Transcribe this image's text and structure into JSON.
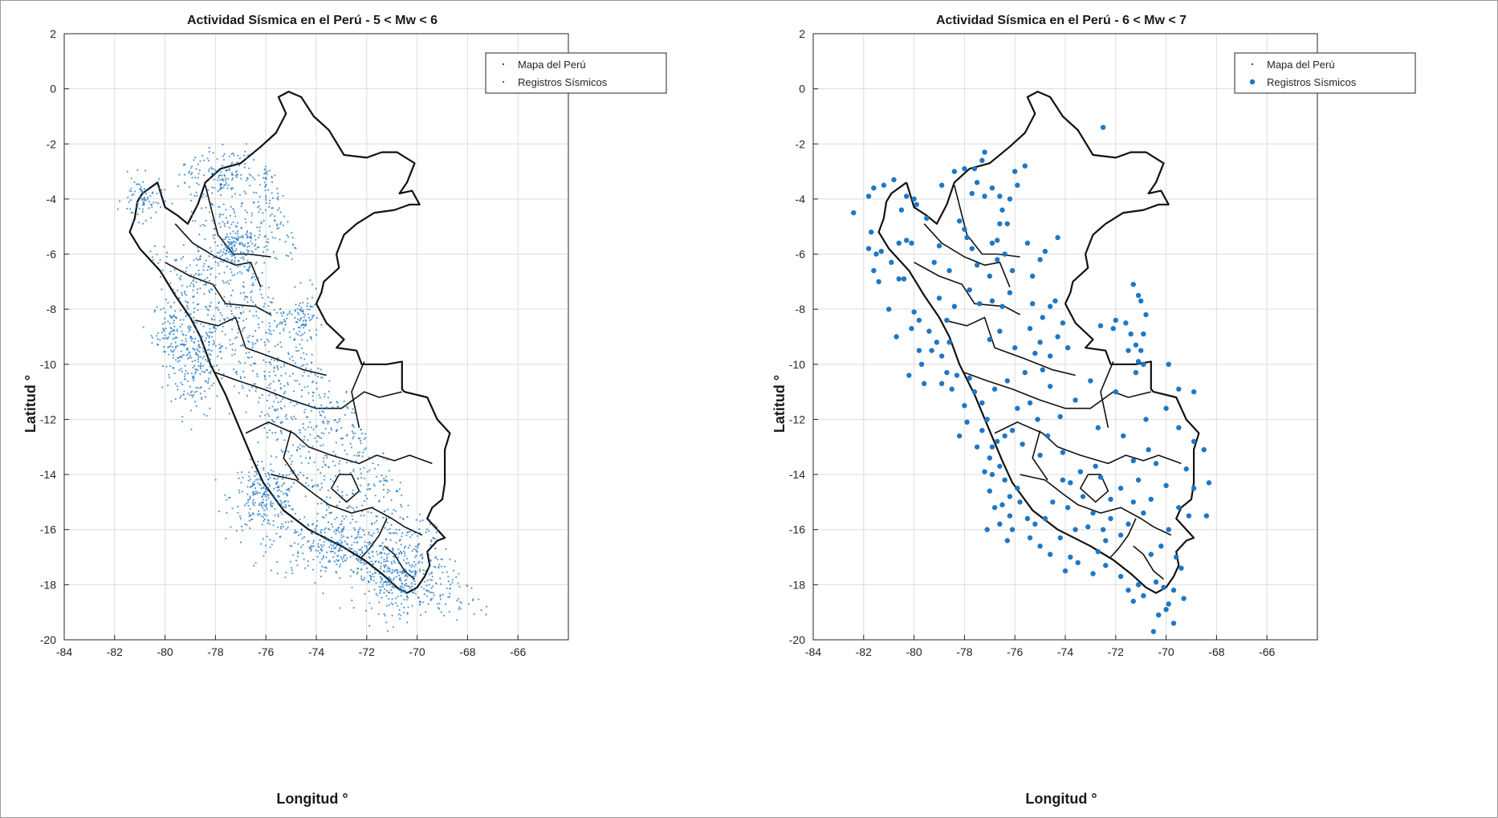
{
  "colors": {
    "points": "#1f77c4",
    "map": "#111111",
    "grid": "#dcdcdc",
    "axis": "#262626"
  },
  "chart_data": [
    {
      "type": "scatter",
      "title": "Actividad Sísmica en el Perú - 5 < Mw < 6",
      "xlabel": "Longitud °",
      "ylabel": "Latitud °",
      "xlim": [
        -84,
        -64
      ],
      "ylim": [
        -20,
        2
      ],
      "xticks": [
        -84,
        -82,
        -80,
        -78,
        -76,
        -74,
        -72,
        -70,
        -68,
        -66
      ],
      "yticks": [
        2,
        0,
        -2,
        -4,
        -6,
        -8,
        -10,
        -12,
        -14,
        -16,
        -18,
        -20
      ],
      "grid": true,
      "legend_position": "top-right",
      "legend": [
        "Mapa del Perú",
        "Registros Sísmicos"
      ],
      "marker": "small-dot",
      "approx_event_count": 2900,
      "density_clusters": [
        {
          "lon": -78.8,
          "lat": -10.0,
          "sd_lon": 0.5,
          "sd_lat": 0.9,
          "share": 0.07
        },
        {
          "lon": -79.7,
          "lat": -8.8,
          "sd_lon": 0.4,
          "sd_lat": 0.6,
          "share": 0.04
        },
        {
          "lon": -76.0,
          "lat": -14.8,
          "sd_lon": 0.7,
          "sd_lat": 0.6,
          "share": 0.09
        },
        {
          "lon": -73.5,
          "lat": -16.6,
          "sd_lon": 1.2,
          "sd_lat": 0.6,
          "share": 0.1
        },
        {
          "lon": -70.8,
          "lat": -17.8,
          "sd_lon": 0.8,
          "sd_lat": 0.6,
          "share": 0.08
        },
        {
          "lon": -77.2,
          "lat": -5.8,
          "sd_lon": 0.4,
          "sd_lat": 0.4,
          "share": 0.04
        },
        {
          "lon": -74.5,
          "lat": -8.4,
          "sd_lon": 0.3,
          "sd_lat": 0.5,
          "share": 0.03
        },
        {
          "lon": -80.9,
          "lat": -4.0,
          "sd_lon": 0.4,
          "sd_lat": 0.4,
          "share": 0.03
        },
        {
          "lon": -77.6,
          "lat": -3.0,
          "sd_lon": 0.4,
          "sd_lat": 0.4,
          "share": 0.02
        }
      ]
    },
    {
      "type": "scatter",
      "title": "Actividad Sísmica en el Perú - 6 < Mw < 7",
      "xlabel": "Longitud °",
      "ylabel": "Latitud °",
      "xlim": [
        -84,
        -64
      ],
      "ylim": [
        -20,
        2
      ],
      "xticks": [
        -84,
        -82,
        -80,
        -78,
        -76,
        -74,
        -72,
        -70,
        -68,
        -66
      ],
      "yticks": [
        2,
        0,
        -2,
        -4,
        -6,
        -8,
        -10,
        -12,
        -14,
        -16,
        -18,
        -20
      ],
      "grid": true,
      "legend_position": "top-right",
      "legend": [
        "Mapa del Perú",
        "Registros Sísmicos"
      ],
      "marker": "dot",
      "points": [
        [
          -82.4,
          -4.5
        ],
        [
          -81.8,
          -3.9
        ],
        [
          -81.6,
          -3.6
        ],
        [
          -81.2,
          -3.5
        ],
        [
          -80.8,
          -3.3
        ],
        [
          -81.7,
          -5.2
        ],
        [
          -81.8,
          -5.8
        ],
        [
          -81.5,
          -6.0
        ],
        [
          -81.3,
          -5.9
        ],
        [
          -81.6,
          -6.6
        ],
        [
          -81.4,
          -7.0
        ],
        [
          -80.9,
          -6.3
        ],
        [
          -80.6,
          -6.9
        ],
        [
          -80.4,
          -6.9
        ],
        [
          -80.6,
          -5.6
        ],
        [
          -80.3,
          -5.5
        ],
        [
          -80.1,
          -5.6
        ],
        [
          -80.5,
          -4.4
        ],
        [
          -80.3,
          -3.9
        ],
        [
          -80.0,
          -4.0
        ],
        [
          -79.9,
          -4.2
        ],
        [
          -80.0,
          -8.1
        ],
        [
          -79.8,
          -8.4
        ],
        [
          -80.1,
          -8.7
        ],
        [
          -79.7,
          -10.0
        ],
        [
          -79.6,
          -10.7
        ],
        [
          -79.3,
          -9.5
        ],
        [
          -79.1,
          -9.2
        ],
        [
          -78.9,
          -9.7
        ],
        [
          -78.7,
          -10.3
        ],
        [
          -78.6,
          -9.2
        ],
        [
          -78.9,
          -10.7
        ],
        [
          -78.5,
          -10.9
        ],
        [
          -78.3,
          -10.4
        ],
        [
          -78.9,
          -3.5
        ],
        [
          -78.4,
          -3.0
        ],
        [
          -78.0,
          -2.9
        ],
        [
          -77.6,
          -2.9
        ],
        [
          -77.3,
          -2.6
        ],
        [
          -77.2,
          -2.3
        ],
        [
          -77.5,
          -3.4
        ],
        [
          -77.7,
          -3.8
        ],
        [
          -77.2,
          -3.9
        ],
        [
          -76.9,
          -3.6
        ],
        [
          -76.6,
          -3.9
        ],
        [
          -76.5,
          -4.4
        ],
        [
          -76.2,
          -4.0
        ],
        [
          -76.0,
          -3.0
        ],
        [
          -75.9,
          -3.5
        ],
        [
          -75.6,
          -2.8
        ],
        [
          -76.6,
          -4.9
        ],
        [
          -76.3,
          -4.9
        ],
        [
          -76.7,
          -5.5
        ],
        [
          -76.9,
          -5.6
        ],
        [
          -76.7,
          -6.2
        ],
        [
          -76.4,
          -6.0
        ],
        [
          -76.1,
          -6.6
        ],
        [
          -75.5,
          -5.6
        ],
        [
          -75.0,
          -6.2
        ],
        [
          -77.9,
          -5.4
        ],
        [
          -77.7,
          -5.8
        ],
        [
          -77.5,
          -6.4
        ],
        [
          -78.2,
          -4.8
        ],
        [
          -78.0,
          -5.1
        ],
        [
          -77.8,
          -7.3
        ],
        [
          -77.4,
          -7.8
        ],
        [
          -76.9,
          -7.7
        ],
        [
          -76.5,
          -7.9
        ],
        [
          -76.2,
          -7.4
        ],
        [
          -76.6,
          -8.8
        ],
        [
          -77.0,
          -9.1
        ],
        [
          -75.4,
          -8.7
        ],
        [
          -75.0,
          -9.2
        ],
        [
          -74.9,
          -8.3
        ],
        [
          -74.6,
          -7.9
        ],
        [
          -74.4,
          -7.7
        ],
        [
          -74.1,
          -8.5
        ],
        [
          -74.3,
          -9.0
        ],
        [
          -75.3,
          -7.8
        ],
        [
          -72.5,
          -1.4
        ],
        [
          -71.3,
          -7.1
        ],
        [
          -71.1,
          -7.5
        ],
        [
          -71.0,
          -7.7
        ],
        [
          -70.8,
          -8.2
        ],
        [
          -72.0,
          -8.4
        ],
        [
          -72.1,
          -8.7
        ],
        [
          -71.6,
          -8.5
        ],
        [
          -71.4,
          -8.9
        ],
        [
          -70.9,
          -8.9
        ],
        [
          -71.5,
          -9.5
        ],
        [
          -71.2,
          -9.3
        ],
        [
          -71.0,
          -9.5
        ],
        [
          -71.1,
          -9.9
        ],
        [
          -71.2,
          -10.3
        ],
        [
          -70.9,
          -10.0
        ],
        [
          -72.6,
          -8.6
        ],
        [
          -69.9,
          -10.0
        ],
        [
          -69.5,
          -10.9
        ],
        [
          -68.9,
          -11.0
        ],
        [
          -70.0,
          -11.6
        ],
        [
          -69.5,
          -12.3
        ],
        [
          -68.9,
          -12.8
        ],
        [
          -68.5,
          -13.1
        ],
        [
          -69.2,
          -13.8
        ],
        [
          -68.9,
          -14.5
        ],
        [
          -68.3,
          -14.3
        ],
        [
          -68.4,
          -15.5
        ],
        [
          -69.1,
          -15.5
        ],
        [
          -69.5,
          -15.2
        ],
        [
          -70.0,
          -14.4
        ],
        [
          -70.4,
          -13.6
        ],
        [
          -70.7,
          -13.1
        ],
        [
          -70.6,
          -14.9
        ],
        [
          -70.9,
          -15.4
        ],
        [
          -71.3,
          -15.0
        ],
        [
          -71.1,
          -14.2
        ],
        [
          -71.8,
          -14.5
        ],
        [
          -71.5,
          -15.8
        ],
        [
          -71.8,
          -16.2
        ],
        [
          -72.2,
          -15.6
        ],
        [
          -72.5,
          -16.0
        ],
        [
          -72.4,
          -16.4
        ],
        [
          -72.7,
          -16.8
        ],
        [
          -72.9,
          -15.4
        ],
        [
          -73.3,
          -14.8
        ],
        [
          -73.1,
          -15.9
        ],
        [
          -73.6,
          -16.0
        ],
        [
          -73.9,
          -15.2
        ],
        [
          -74.1,
          -14.2
        ],
        [
          -74.5,
          -15.0
        ],
        [
          -74.8,
          -15.6
        ],
        [
          -75.0,
          -13.3
        ],
        [
          -74.7,
          -12.6
        ],
        [
          -75.1,
          -12.0
        ],
        [
          -75.4,
          -11.4
        ],
        [
          -75.9,
          -11.6
        ],
        [
          -76.1,
          -12.4
        ],
        [
          -75.7,
          -12.9
        ],
        [
          -76.4,
          -12.6
        ],
        [
          -76.7,
          -12.8
        ],
        [
          -76.9,
          -13.0
        ],
        [
          -77.1,
          -12.0
        ],
        [
          -77.3,
          -12.4
        ],
        [
          -76.6,
          -13.7
        ],
        [
          -76.9,
          -14.0
        ],
        [
          -76.4,
          -14.2
        ],
        [
          -76.2,
          -14.8
        ],
        [
          -75.9,
          -14.5
        ],
        [
          -76.5,
          -15.1
        ],
        [
          -76.2,
          -15.5
        ],
        [
          -75.8,
          -15.0
        ],
        [
          -75.5,
          -15.6
        ],
        [
          -75.2,
          -15.8
        ],
        [
          -76.1,
          -16.0
        ],
        [
          -75.4,
          -16.3
        ],
        [
          -75.0,
          -16.6
        ],
        [
          -74.6,
          -16.9
        ],
        [
          -74.2,
          -16.3
        ],
        [
          -73.8,
          -17.0
        ],
        [
          -74.0,
          -17.5
        ],
        [
          -73.5,
          -17.2
        ],
        [
          -72.9,
          -17.6
        ],
        [
          -72.4,
          -17.3
        ],
        [
          -71.8,
          -17.7
        ],
        [
          -71.5,
          -18.2
        ],
        [
          -71.1,
          -18.0
        ],
        [
          -71.3,
          -18.6
        ],
        [
          -70.9,
          -18.4
        ],
        [
          -70.4,
          -17.9
        ],
        [
          -70.1,
          -18.1
        ],
        [
          -69.7,
          -18.2
        ],
        [
          -69.4,
          -17.4
        ],
        [
          -69.6,
          -17.0
        ],
        [
          -70.2,
          -16.6
        ],
        [
          -70.6,
          -16.9
        ],
        [
          -69.9,
          -16.0
        ],
        [
          -69.3,
          -18.5
        ],
        [
          -69.9,
          -18.7
        ],
        [
          -70.3,
          -19.1
        ],
        [
          -70.5,
          -19.7
        ],
        [
          -69.7,
          -19.4
        ],
        [
          -70.0,
          -18.9
        ],
        [
          -74.1,
          -13.2
        ],
        [
          -73.8,
          -14.3
        ],
        [
          -72.8,
          -13.7
        ],
        [
          -72.2,
          -14.9
        ],
        [
          -72.6,
          -14.1
        ],
        [
          -73.4,
          -13.9
        ],
        [
          -74.2,
          -11.9
        ],
        [
          -74.6,
          -10.8
        ],
        [
          -74.9,
          -10.2
        ],
        [
          -75.6,
          -10.3
        ],
        [
          -75.2,
          -9.6
        ],
        [
          -74.6,
          -9.7
        ],
        [
          -73.9,
          -9.4
        ],
        [
          -76.0,
          -9.4
        ],
        [
          -76.3,
          -10.6
        ],
        [
          -76.8,
          -10.9
        ],
        [
          -77.3,
          -11.4
        ],
        [
          -77.6,
          -11.0
        ],
        [
          -77.8,
          -10.5
        ],
        [
          -78.0,
          -11.5
        ],
        [
          -77.9,
          -12.1
        ],
        [
          -78.2,
          -12.6
        ],
        [
          -77.5,
          -13.0
        ],
        [
          -77.0,
          -13.4
        ],
        [
          -77.2,
          -13.9
        ],
        [
          -77.0,
          -14.6
        ],
        [
          -76.8,
          -15.2
        ],
        [
          -76.6,
          -15.8
        ],
        [
          -77.1,
          -16.0
        ],
        [
          -76.3,
          -16.4
        ],
        [
          -71.7,
          -12.6
        ],
        [
          -71.3,
          -13.5
        ],
        [
          -70.8,
          -12.0
        ],
        [
          -72.0,
          -11.0
        ],
        [
          -73.0,
          -10.6
        ],
        [
          -73.6,
          -11.3
        ],
        [
          -72.7,
          -12.3
        ],
        [
          -78.4,
          -7.9
        ],
        [
          -78.7,
          -8.4
        ],
        [
          -79.0,
          -7.6
        ],
        [
          -79.4,
          -8.8
        ],
        [
          -79.8,
          -9.5
        ],
        [
          -80.2,
          -10.4
        ],
        [
          -80.7,
          -9.0
        ],
        [
          -81.0,
          -8.0
        ],
        [
          -79.2,
          -6.3
        ],
        [
          -78.6,
          -6.6
        ],
        [
          -79.0,
          -5.7
        ],
        [
          -79.5,
          -4.7
        ],
        [
          -77.0,
          -6.8
        ],
        [
          -75.3,
          -6.8
        ],
        [
          -74.8,
          -5.9
        ],
        [
          -74.3,
          -5.4
        ]
      ]
    }
  ]
}
